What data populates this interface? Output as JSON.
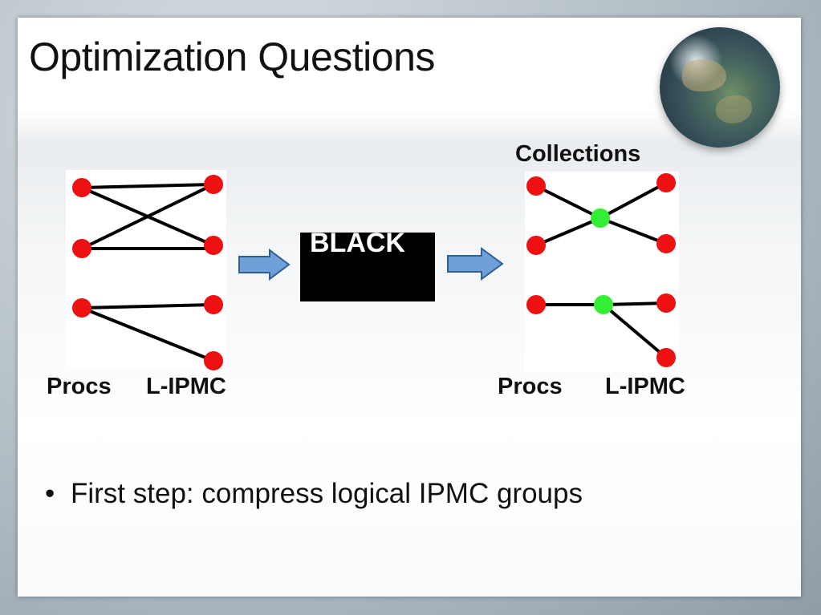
{
  "slide": {
    "title": "Optimization Questions",
    "bullets": [
      "First step: compress logical IPMC groups"
    ]
  },
  "diagram": {
    "left": {
      "procs_label": "Procs",
      "lipmc_label": "L-IPMC"
    },
    "blackbox": {
      "label": "BLACK"
    },
    "right": {
      "collections_label": "Collections",
      "procs_label": "Procs",
      "lipmc_label": "L-IPMC"
    },
    "colors": {
      "node_red": "#ee1111",
      "node_green": "#33ee33",
      "arrow_fill": "#6fa0d8",
      "arrow_stroke": "#2f5f99",
      "edge": "#000000"
    }
  }
}
